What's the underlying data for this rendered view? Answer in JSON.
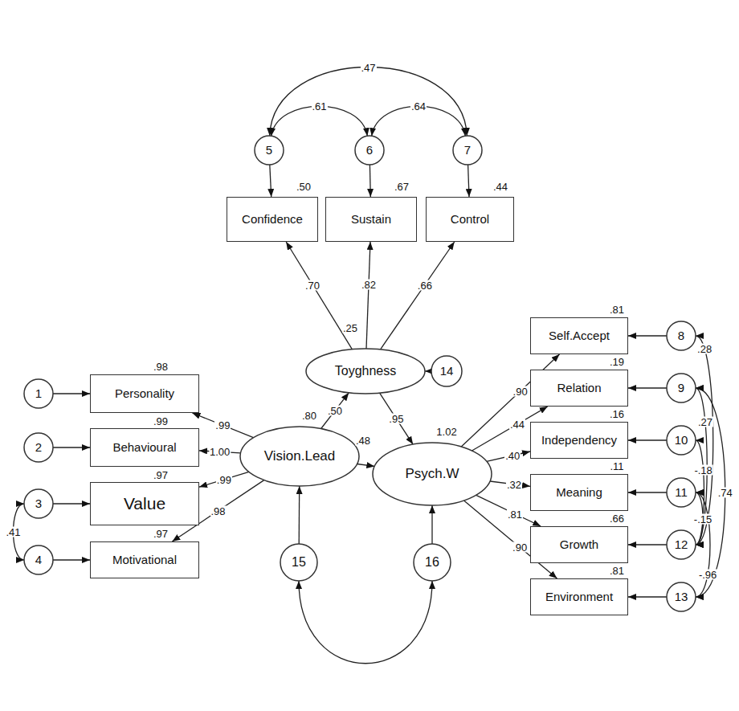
{
  "diagram": {
    "nodes": [
      {
        "text": [
          "5"
        ]
      },
      {
        "text": [
          "6"
        ]
      },
      {
        "text": [
          "7"
        ]
      },
      {
        "text": [
          "Confidence"
        ]
      },
      {
        "text": [
          "Sustain"
        ]
      },
      {
        "text": [
          "Control"
        ]
      },
      {
        "text": [
          "Toyghness"
        ]
      },
      {
        "text": [
          "14"
        ]
      },
      {
        "text": [
          "Self.Accept"
        ]
      },
      {
        "text": [
          "8"
        ]
      },
      {
        "text": [
          "Personality"
        ]
      },
      {
        "text": [
          "1"
        ]
      },
      {
        "text": [
          "Relation"
        ]
      },
      {
        "text": [
          "9"
        ]
      },
      {
        "text": [
          "Behavioural"
        ]
      },
      {
        "text": [
          "2"
        ]
      },
      {
        "text": [
          "Vision.Lead"
        ]
      },
      {
        "text": [
          "Psych.W"
        ]
      },
      {
        "text": [
          "Independency"
        ]
      },
      {
        "text": [
          "10"
        ]
      },
      {
        "text": [
          "Value"
        ]
      },
      {
        "text": [
          "3"
        ]
      },
      {
        "text": [
          "Meaning"
        ]
      },
      {
        "text": [
          "11"
        ]
      },
      {
        "text": [
          "Motivational"
        ]
      },
      {
        "text": [
          "4"
        ]
      },
      {
        "text": [
          "Growth"
        ]
      },
      {
        "text": [
          "12"
        ]
      },
      {
        "text": [
          "15"
        ]
      },
      {
        "text": [
          "16"
        ]
      },
      {
        "text": [
          "Environment"
        ]
      },
      {
        "text": [
          "13"
        ]
      }
    ],
    "edges": [
      {
        "from": 0,
        "to": 1,
        "arrow": "both",
        "label": ".61"
      },
      {
        "from": 1,
        "to": 2,
        "arrow": "both",
        "label": ".64"
      },
      {
        "from": 0,
        "to": 2,
        "arrow": "both",
        "label": ".47"
      },
      {
        "from": 0,
        "to": 3,
        "arrow": "to"
      },
      {
        "from": 1,
        "to": 4,
        "arrow": "to"
      },
      {
        "from": 2,
        "to": 5,
        "arrow": "to"
      },
      {
        "from": 6,
        "to": 3,
        "arrow": "to",
        "label": ".70"
      },
      {
        "from": 6,
        "to": 4,
        "arrow": "to",
        "label": ".82"
      },
      {
        "from": 6,
        "to": 5,
        "arrow": "to",
        "label": ".66"
      },
      {
        "from": 7,
        "to": 6,
        "arrow": "to"
      },
      {
        "from": 16,
        "to": 6,
        "arrow": "to",
        "label": ".50"
      },
      {
        "from": 6,
        "to": 17,
        "arrow": "to",
        "label": ".95"
      },
      {
        "from": 16,
        "to": 17,
        "arrow": "to",
        "label": ".48"
      },
      {
        "from": 16,
        "to": 10,
        "arrow": "to",
        "label": ".99"
      },
      {
        "from": 16,
        "to": 14,
        "arrow": "to",
        "label": "1.00"
      },
      {
        "from": 16,
        "to": 20,
        "arrow": "to",
        "label": ".99"
      },
      {
        "from": 16,
        "to": 24,
        "arrow": "to",
        "label": ".98"
      },
      {
        "from": 11,
        "to": 10,
        "arrow": "to"
      },
      {
        "from": 15,
        "to": 14,
        "arrow": "to"
      },
      {
        "from": 21,
        "to": 20,
        "arrow": "to"
      },
      {
        "from": 25,
        "to": 24,
        "arrow": "to"
      },
      {
        "from": 21,
        "to": 25,
        "arrow": "both",
        "label": ".41"
      },
      {
        "from": 28,
        "to": 16,
        "arrow": "to"
      },
      {
        "from": 29,
        "to": 17,
        "arrow": "to"
      },
      {
        "from": 28,
        "to": 29,
        "arrow": "both"
      },
      {
        "from": 17,
        "to": 8,
        "arrow": "to",
        "label": ".90"
      },
      {
        "from": 17,
        "to": 12,
        "arrow": "to",
        "label": ".44"
      },
      {
        "from": 17,
        "to": 18,
        "arrow": "to",
        "label": ".40"
      },
      {
        "from": 17,
        "to": 22,
        "arrow": "to",
        "label": ".32"
      },
      {
        "from": 17,
        "to": 26,
        "arrow": "to",
        "label": ".81"
      },
      {
        "from": 17,
        "to": 30,
        "arrow": "to",
        "label": ".90"
      },
      {
        "from": 9,
        "to": 8,
        "arrow": "to"
      },
      {
        "from": 13,
        "to": 12,
        "arrow": "to"
      },
      {
        "from": 19,
        "to": 18,
        "arrow": "to"
      },
      {
        "from": 23,
        "to": 22,
        "arrow": "to"
      },
      {
        "from": 27,
        "to": 26,
        "arrow": "to"
      },
      {
        "from": 31,
        "to": 30,
        "arrow": "to"
      },
      {
        "from": 9,
        "to": 27,
        "arrow": "both",
        "label": ".28"
      },
      {
        "from": 13,
        "to": 31,
        "arrow": "both",
        "label": ".74"
      },
      {
        "from": 13,
        "to": 27,
        "arrow": "both",
        "label": ".27"
      },
      {
        "from": 19,
        "to": 27,
        "arrow": "both",
        "label": "-.18"
      },
      {
        "from": 23,
        "to": 27,
        "arrow": "both",
        "label": "-.15"
      },
      {
        "from": 23,
        "to": 31,
        "arrow": "both",
        "label": "-.96"
      }
    ],
    "labels": [
      ".50",
      ".67",
      ".44",
      ".25",
      ".81",
      ".98",
      ".19",
      ".99",
      ".80",
      "1.02",
      ".16",
      ".97",
      ".11",
      ".97",
      ".66",
      ".81"
    ]
  }
}
